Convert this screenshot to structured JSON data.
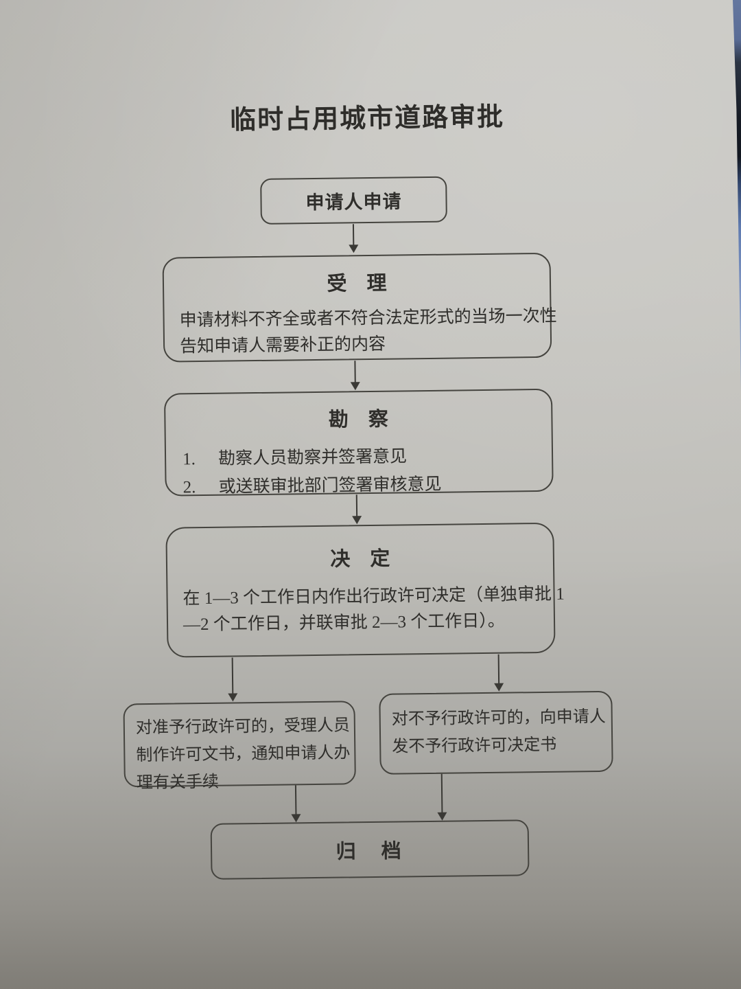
{
  "page": {
    "title": "临时占用城市道路审批"
  },
  "flowchart": {
    "nodes": {
      "apply": {
        "label": "申请人申请"
      },
      "accept": {
        "title": "受　理",
        "body_lines": [
          "申请材料不齐全或者不符合法定形式的当场一次性",
          "告知申请人需要补正的内容"
        ]
      },
      "survey": {
        "title": "勘　察",
        "items": [
          {
            "num": "1.",
            "text": "勘察人员勘察并签署意见"
          },
          {
            "num": "2.",
            "text": "或送联审批部门签署审核意见"
          }
        ]
      },
      "decide": {
        "title": "决　定",
        "body_lines": [
          "在 1—3 个工作日内作出行政许可决定（单独审批 1",
          "—2 个工作日，并联审批 2—3 个工作日）。"
        ]
      },
      "grant": {
        "lines": [
          "对准予行政许可的，受理人员",
          "制作许可文书，通知申请人办",
          "理有关手续"
        ]
      },
      "deny": {
        "lines": [
          "对不予行政许可的，向申请人",
          "发不予行政许可决定书"
        ]
      },
      "archive": {
        "label": "归　档"
      }
    }
  },
  "colors": {
    "paper": "#c2c1bc",
    "paper_shadow_bottom": "#8d897f",
    "ink": "#2f2e2b",
    "box_border": "#45443f",
    "background_strip_blue": "#5f7bb0",
    "background_strip_dark": "#161b25"
  }
}
